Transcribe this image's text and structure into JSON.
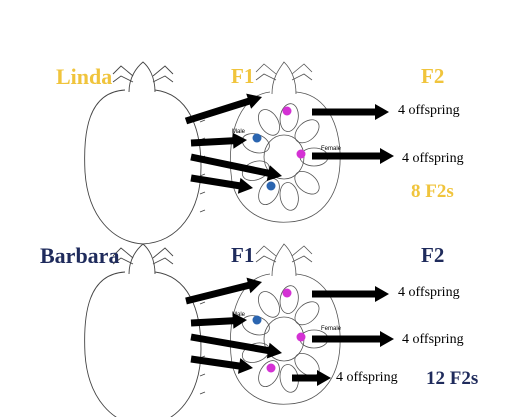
{
  "colors": {
    "gold": "#f0c43c",
    "navy": "#1f2b5c",
    "dot_magenta": "#d431d4",
    "dot_blue": "#2b65b0"
  },
  "rows": [
    {
      "parent": "Linda",
      "f1": "F1",
      "f2": "F2",
      "offspring": [
        "4 offspring",
        "4 offspring"
      ],
      "total": "8 F2s",
      "male_label": "Male",
      "female_label": "Female",
      "color": "gold"
    },
    {
      "parent": "Barbara",
      "f1": "F1",
      "f2": "F2",
      "offspring": [
        "4 offspring",
        "4 offspring",
        "4 offspring"
      ],
      "total": "12 F2s",
      "male_label": "Male",
      "female_label": "Female",
      "color": "navy"
    }
  ]
}
